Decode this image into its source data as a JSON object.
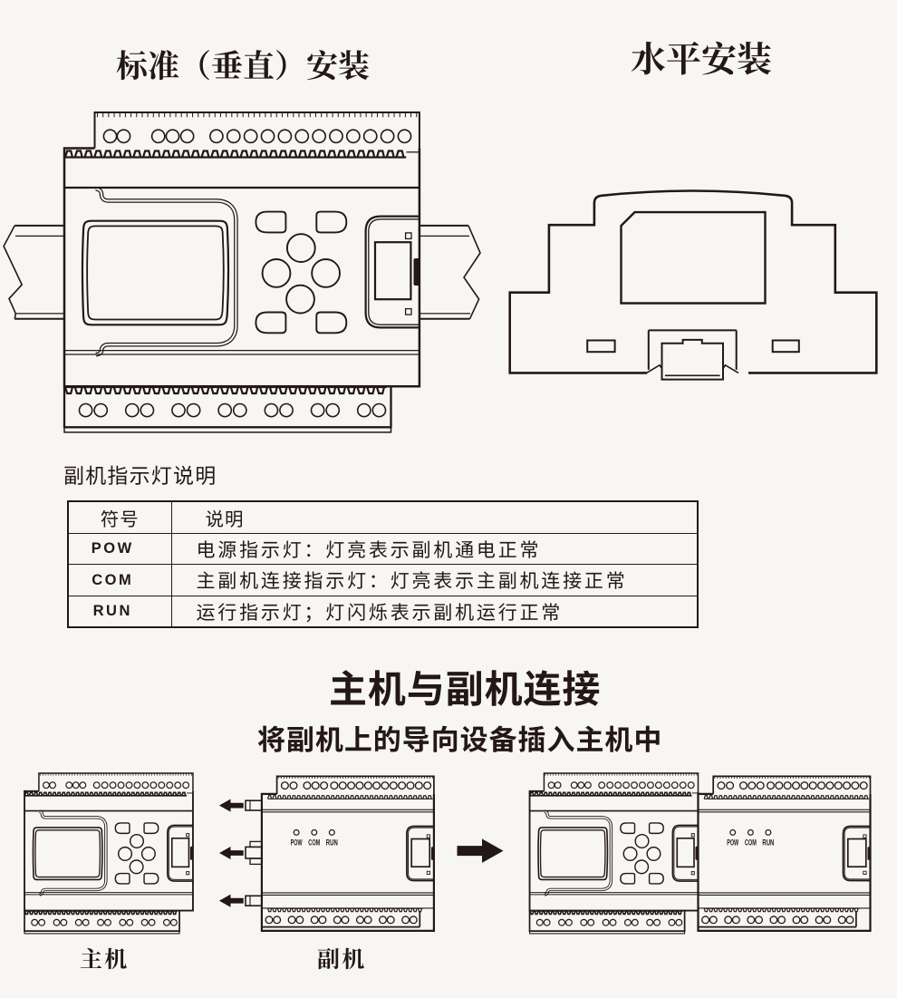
{
  "page": {
    "background_color": "#f7f6f4",
    "ink_color": "#231815"
  },
  "sections": {
    "vertical_install": {
      "title": "标准（垂直）安装"
    },
    "horizontal_install": {
      "title": "水平安装"
    },
    "indicator_table": {
      "caption": "副机指示灯说明",
      "columns": [
        "符号",
        "说明"
      ],
      "rows": [
        {
          "symbol": "POW",
          "description": "电源指示灯：灯亮表示副机通电正常"
        },
        {
          "symbol": "COM",
          "description": "主副机连接指示灯：灯亮表示主副机连接正常"
        },
        {
          "symbol": "RUN",
          "description": "运行指示灯；灯闪烁表示副机运行正常"
        }
      ]
    },
    "connection": {
      "title": "主机与副机连接",
      "subtitle": "将副机上的导向设备插入主机中",
      "master_label": "主机",
      "slave_label": "副机",
      "led_labels": [
        "POW",
        "COM",
        "RUN"
      ]
    }
  }
}
